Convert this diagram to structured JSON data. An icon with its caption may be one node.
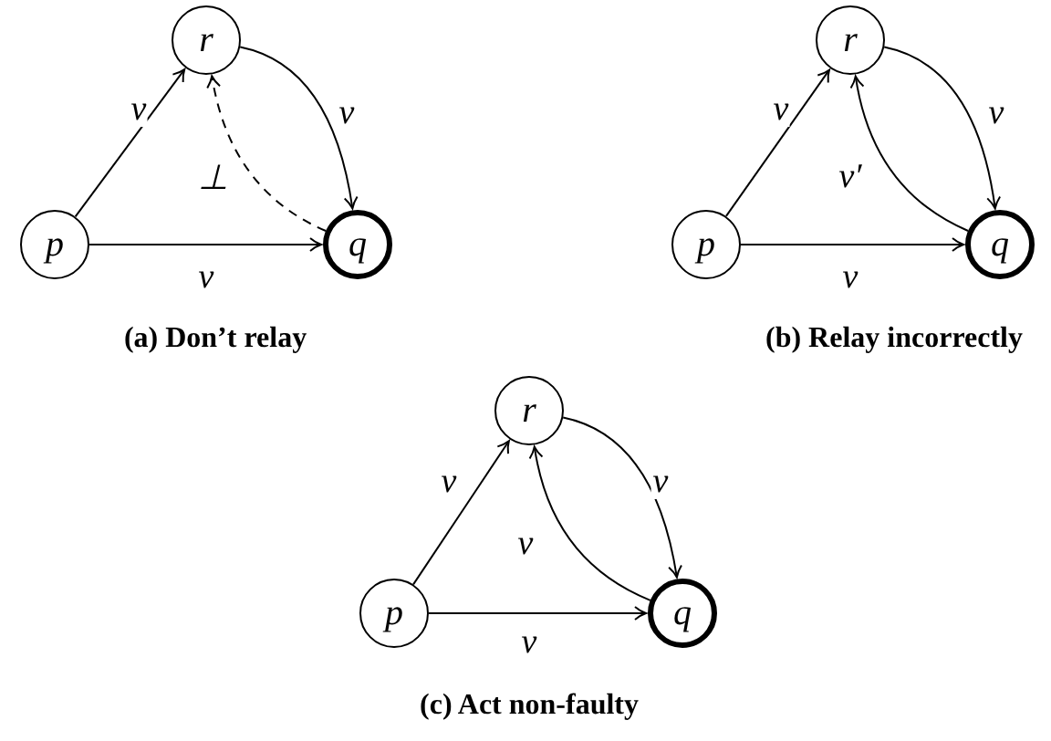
{
  "diagram": {
    "nodes": [
      {
        "text": [
          "r"
        ]
      },
      {
        "text": [
          "p"
        ]
      },
      {
        "text": [
          "q"
        ]
      },
      {
        "text": [
          "r"
        ]
      },
      {
        "text": [
          "p"
        ]
      },
      {
        "text": [
          "q"
        ]
      },
      {
        "text": [
          "r"
        ]
      },
      {
        "text": [
          "p"
        ]
      },
      {
        "text": [
          "q"
        ]
      }
    ],
    "edges": [
      {
        "from": 1,
        "to": 0,
        "arrow": "to",
        "label": "v"
      },
      {
        "from": 0,
        "to": 2,
        "arrow": "to",
        "label": "v"
      },
      {
        "from": 1,
        "to": 2,
        "arrow": "to",
        "label": "v"
      },
      {
        "from": 2,
        "to": 0,
        "arrow": "to",
        "label": "⊥",
        "style": "dashed"
      },
      {
        "from": 4,
        "to": 3,
        "arrow": "to",
        "label": "v"
      },
      {
        "from": 3,
        "to": 5,
        "arrow": "to",
        "label": "v"
      },
      {
        "from": 4,
        "to": 5,
        "arrow": "to",
        "label": "v"
      },
      {
        "from": 5,
        "to": 3,
        "arrow": "to",
        "label": "v′"
      },
      {
        "from": 7,
        "to": 6,
        "arrow": "to",
        "label": "v"
      },
      {
        "from": 6,
        "to": 8,
        "arrow": "to",
        "label": "v"
      },
      {
        "from": 7,
        "to": 8,
        "arrow": "to",
        "label": "v"
      },
      {
        "from": 8,
        "to": 6,
        "arrow": "to",
        "label": "v"
      }
    ],
    "labels": [
      "(a) Don’t relay",
      "(b) Relay incorrectly",
      "(c) Act non-faulty"
    ]
  }
}
